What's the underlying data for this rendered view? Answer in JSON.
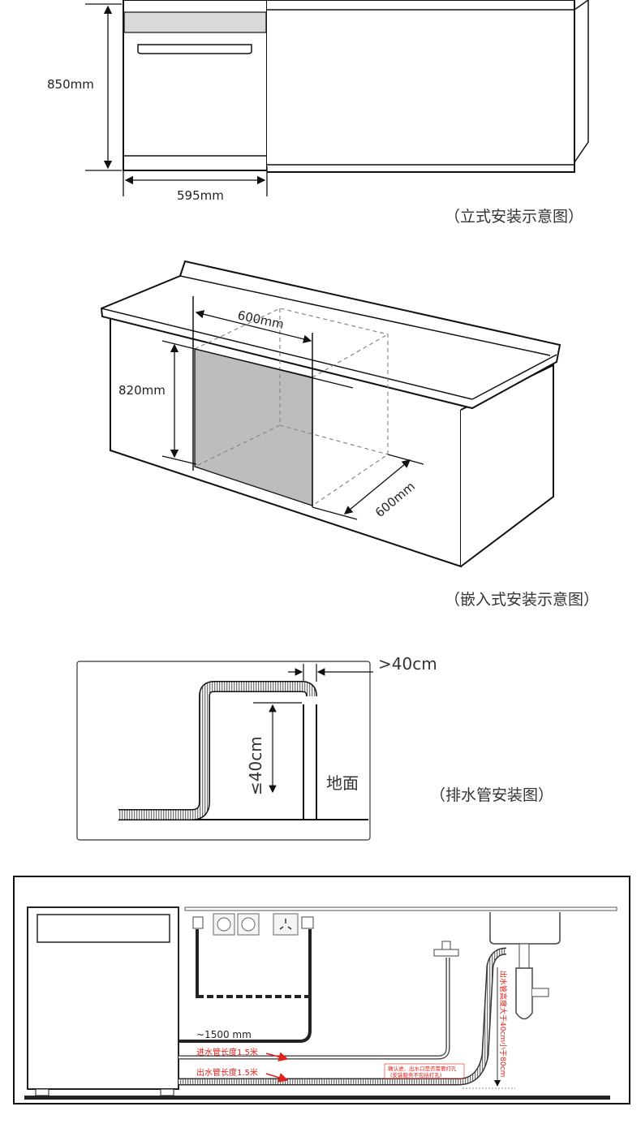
{
  "freestanding": {
    "height_label": "850mm",
    "width_label": "595mm",
    "caption": "（立式安装示意图）"
  },
  "builtin": {
    "width_label": "600mm",
    "height_label": "820mm",
    "depth_label": "600mm",
    "caption": "（嵌入式安装示意图）"
  },
  "drain": {
    "gap_label": ">40cm",
    "height_label": "≤40cm",
    "floor_label": "地面",
    "caption": "（排水管安装图）"
  },
  "plumbing": {
    "power_cord_label": "~1500 mm",
    "inlet_label": "进水管长度1.5米",
    "outlet_label": "出水管长度1.5米",
    "note_line1": "确认进、出水口是否需要打孔",
    "note_line2": "(安装服务不包括打孔)",
    "drain_height_label": "出水管高度大于40cm小于80cm",
    "accent_color": "#e0201a"
  }
}
